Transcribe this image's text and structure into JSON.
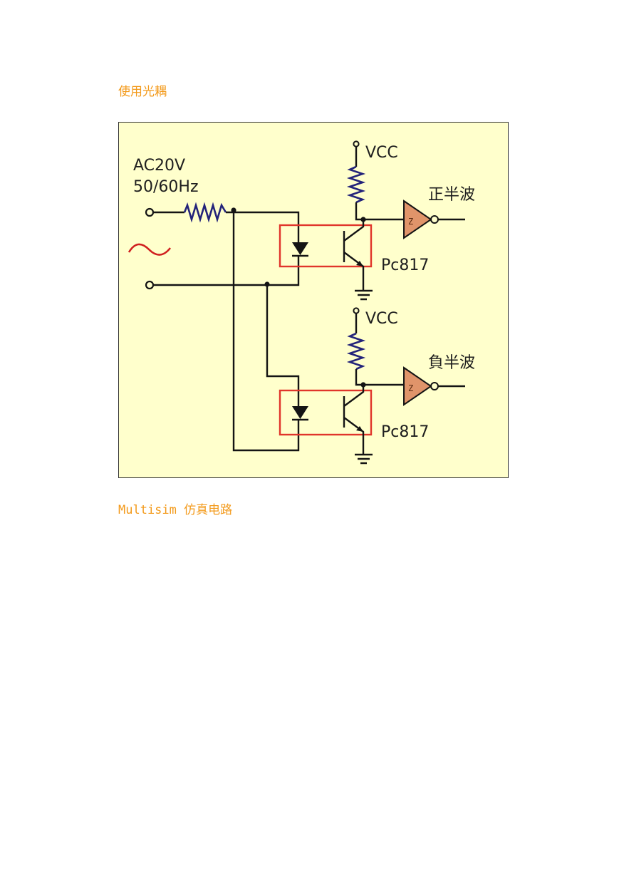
{
  "headings": {
    "optocoupler": "使用光耦",
    "multisim": "Multisim 仿真电路"
  },
  "circuit": {
    "source_line1": "AC20V",
    "source_line2": "50/60Hz",
    "vcc_top": "VCC",
    "vcc_bottom": "VCC",
    "output_positive": "正半波",
    "output_negative": "負半波",
    "part_top": "Pc817",
    "part_bottom": "Pc817",
    "gate_symbol": "Z",
    "colors": {
      "background": "#ffffcc",
      "wire": "#141414",
      "resistor": "#23237a",
      "optocoupler_box": "#e0352b",
      "schmitt_gate": "#e0946a",
      "ac_symbol": "#d02020",
      "heading": "#f39a1b"
    }
  }
}
